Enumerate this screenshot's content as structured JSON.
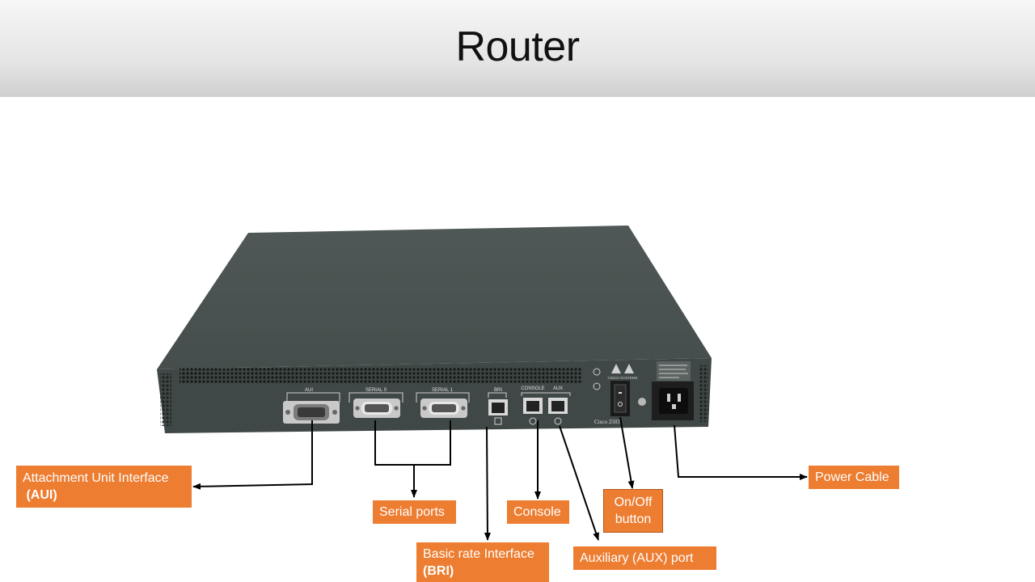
{
  "slide": {
    "title": "Router"
  },
  "colors": {
    "label_fill": "#ed7d31",
    "label_text": "#ffffff",
    "chassis": "#444d4b",
    "arrow": "#000000"
  },
  "device": {
    "port_labels": {
      "aux_top": "AUI",
      "serial0": "SERIAL 0",
      "serial1": "SERIAL 1",
      "bri": "BRI",
      "console": "CONSOLE",
      "aux": "AUX"
    },
    "model": "Cisco 2503",
    "brand": "CISCO SYSTEMS"
  },
  "callouts": {
    "aui": {
      "text": "Attachment Unit Interface",
      "abbr": "(AUI)"
    },
    "serial": {
      "text": "Serial ports"
    },
    "bri": {
      "text": "Basic rate Interface",
      "abbr": "(BRI)"
    },
    "console": {
      "text": "Console"
    },
    "onoff": {
      "line1": "On/Off",
      "line2": "button"
    },
    "aux": {
      "text": "Auxiliary (AUX) port"
    },
    "power": {
      "text": "Power Cable"
    }
  }
}
